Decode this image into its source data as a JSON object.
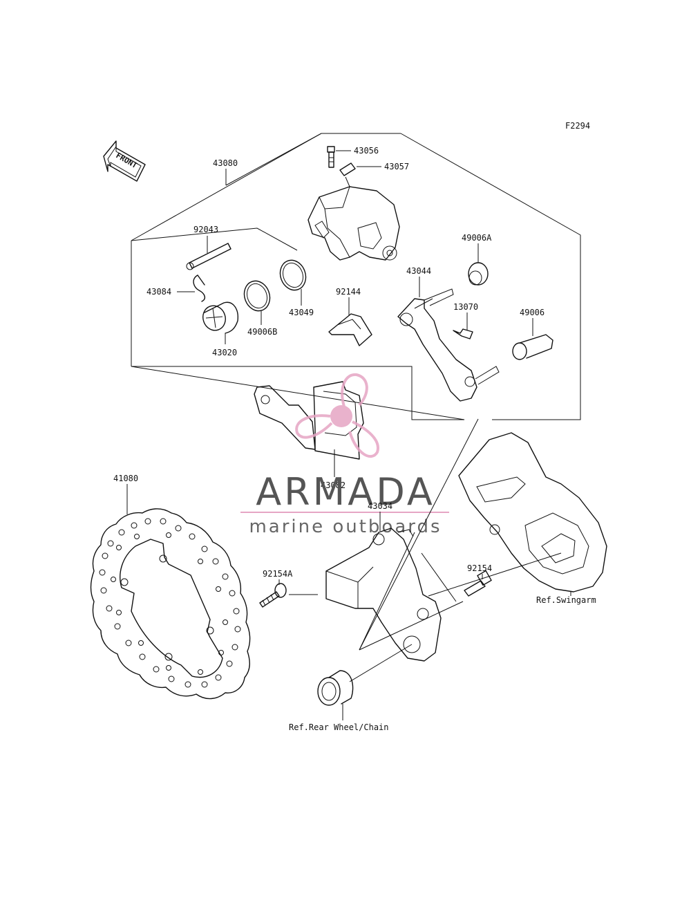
{
  "figure_code": "F2294",
  "front_arrow_label": "FRONT",
  "parts": {
    "p43080": "43080",
    "p43056": "43056",
    "p43057": "43057",
    "p92043": "92043",
    "p49006A": "49006A",
    "p43044": "43044",
    "p43084": "43084",
    "p43049": "43049",
    "p92144": "92144",
    "p13070": "13070",
    "p49006": "49006",
    "p49006B": "49006B",
    "p43020": "43020",
    "p43082": "43082",
    "p41080": "41080",
    "p43034": "43034",
    "p92154A": "92154A",
    "p92154": "92154"
  },
  "references": {
    "swingarm": "Ref.Swingarm",
    "rear_wheel": "Ref.Rear Wheel/Chain"
  },
  "watermark": {
    "brand": "ARMADA",
    "tagline": "marine outboards",
    "logo_color": "#e6a5c4"
  }
}
